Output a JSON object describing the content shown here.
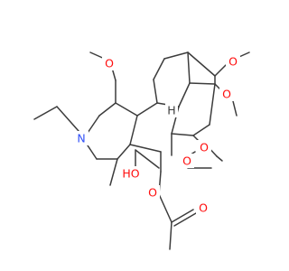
{
  "colors": {
    "bond": "#3c3c3c",
    "nitrogen": "#3050f8",
    "oxygen": "#ff0d0d",
    "background": "#ffffff"
  },
  "labels": {
    "methoxy_top": "O",
    "methoxy_right_upper": "O",
    "methoxy_right_lower": "O",
    "amine": "N",
    "ring_o_upper": "O",
    "ring_o_lower": "O",
    "hydroxyl": "HO",
    "bridgehead_h": "H",
    "ester_o": "O",
    "carbonyl_o": "O"
  }
}
